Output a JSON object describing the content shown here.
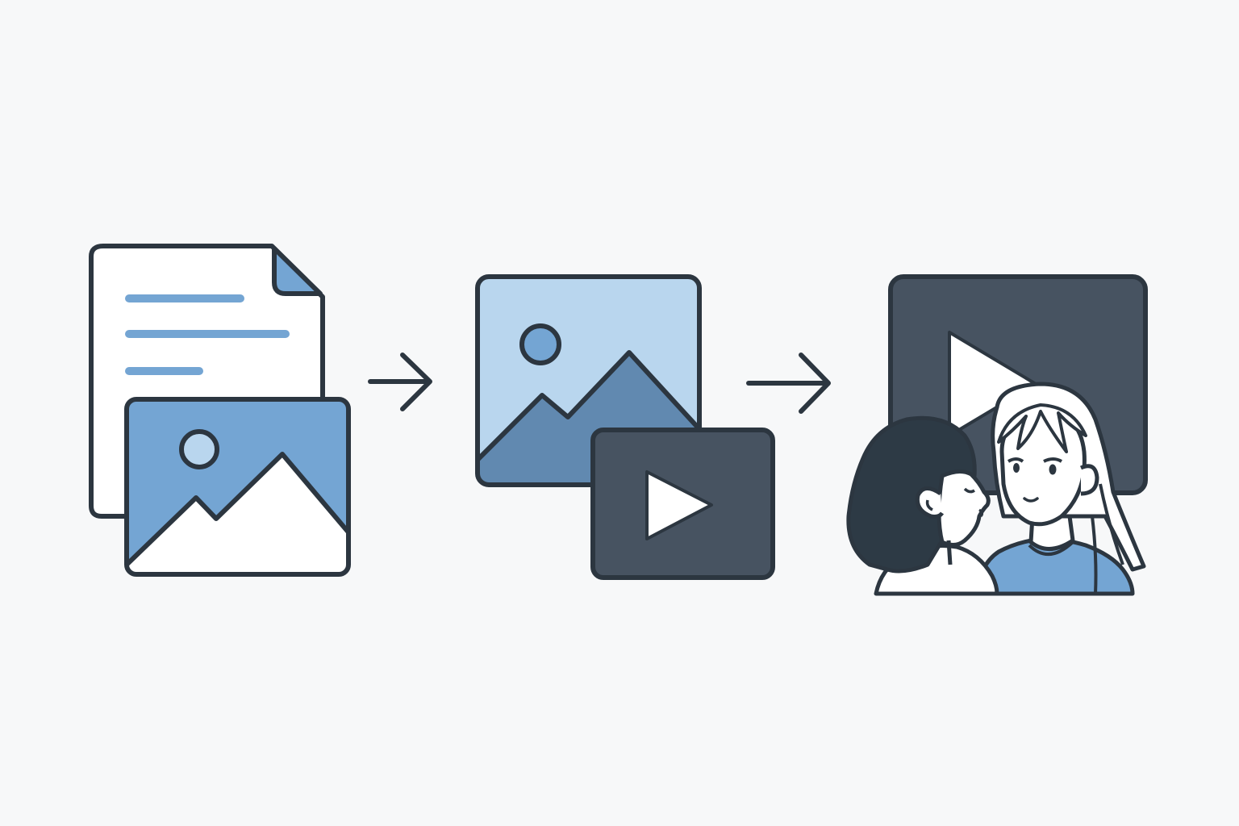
{
  "colors": {
    "background": "#f7f8f9",
    "outline": "#2c3640",
    "paper": "#ffffff",
    "light_blue": "#b9d6ee",
    "mid_blue": "#74a5d3",
    "steel_blue": "#6189b0",
    "dark_slate": "#475361",
    "hair_dark": "#2d3a45"
  },
  "diagram": {
    "stages": [
      {
        "id": "text-plus-image",
        "icons": [
          "document-icon",
          "image-icon"
        ]
      },
      {
        "id": "image-plus-video",
        "icons": [
          "image-icon",
          "video-play-icon"
        ]
      },
      {
        "id": "video-with-people",
        "icons": [
          "video-play-icon",
          "two-people-illustration"
        ]
      }
    ],
    "connectors": [
      "arrow-right-icon",
      "arrow-right-icon"
    ]
  }
}
